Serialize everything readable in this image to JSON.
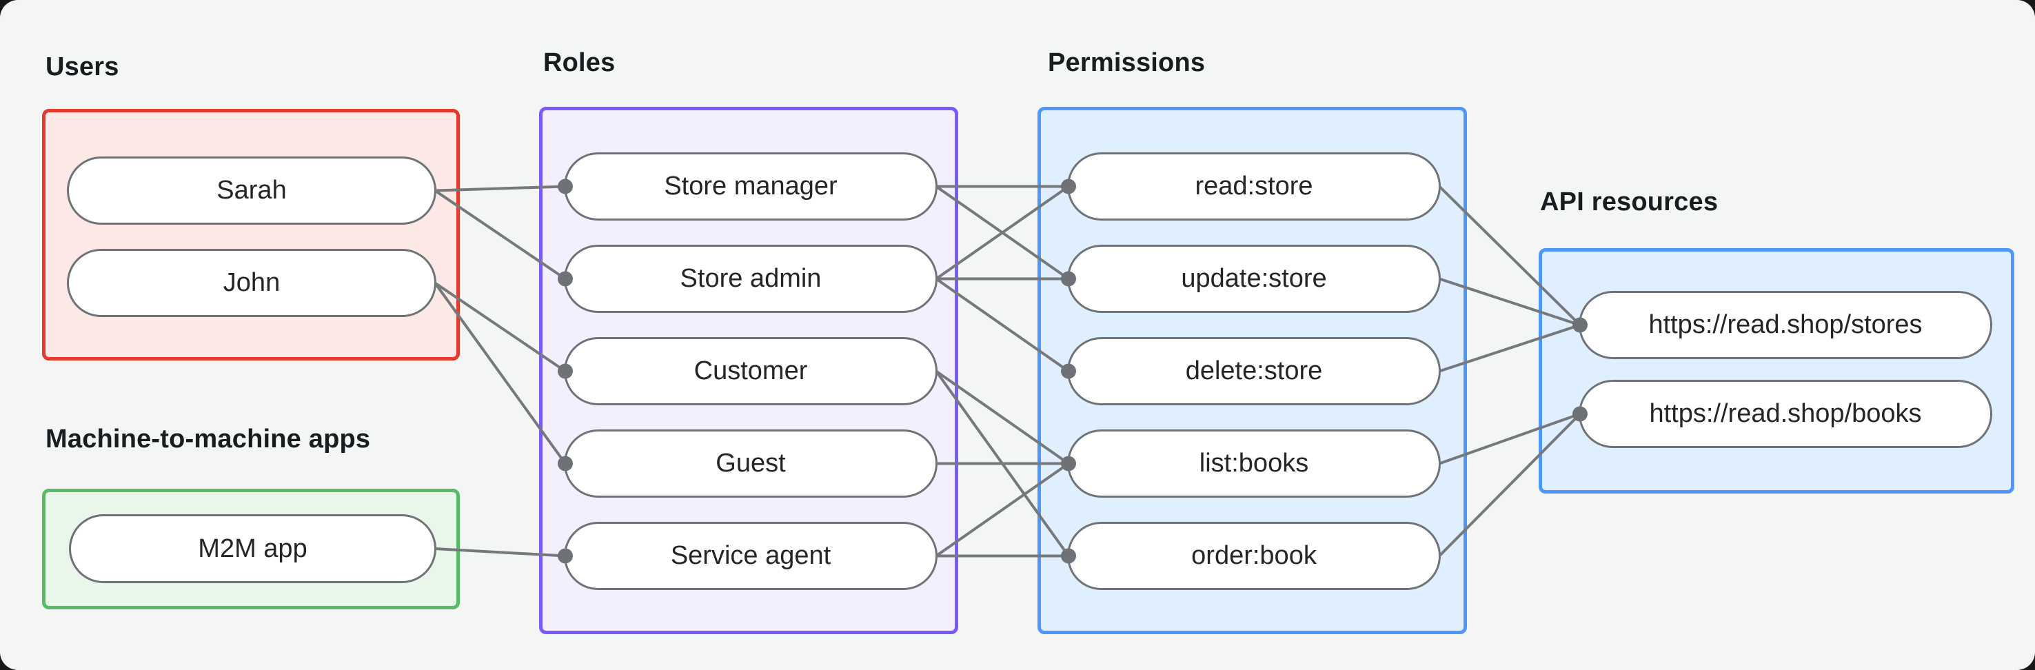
{
  "groups": {
    "users": {
      "label": "Users",
      "items": [
        {
          "id": "sarah",
          "label": "Sarah"
        },
        {
          "id": "john",
          "label": "John"
        }
      ]
    },
    "m2m": {
      "label": "Machine-to-machine apps",
      "items": [
        {
          "id": "m2m_app",
          "label": "M2M app"
        }
      ]
    },
    "roles": {
      "label": "Roles",
      "items": [
        {
          "id": "store_manager",
          "label": "Store manager"
        },
        {
          "id": "store_admin",
          "label": "Store admin"
        },
        {
          "id": "customer",
          "label": "Customer"
        },
        {
          "id": "guest",
          "label": "Guest"
        },
        {
          "id": "service_agent",
          "label": "Service agent"
        }
      ]
    },
    "permissions": {
      "label": "Permissions",
      "items": [
        {
          "id": "read_store",
          "label": "read:store"
        },
        {
          "id": "update_store",
          "label": "update:store"
        },
        {
          "id": "delete_store",
          "label": "delete:store"
        },
        {
          "id": "list_books",
          "label": "list:books"
        },
        {
          "id": "order_book",
          "label": "order:book"
        }
      ]
    },
    "api_resources": {
      "label": "API resources",
      "items": [
        {
          "id": "stores",
          "label": "https://read.shop/stores"
        },
        {
          "id": "books",
          "label": "https://read.shop/books"
        }
      ]
    }
  },
  "edges": [
    {
      "from": "sarah",
      "to": "store_manager"
    },
    {
      "from": "sarah",
      "to": "store_admin"
    },
    {
      "from": "john",
      "to": "customer"
    },
    {
      "from": "john",
      "to": "guest"
    },
    {
      "from": "m2m_app",
      "to": "service_agent"
    },
    {
      "from": "store_manager",
      "to": "read_store"
    },
    {
      "from": "store_manager",
      "to": "update_store"
    },
    {
      "from": "store_admin",
      "to": "read_store"
    },
    {
      "from": "store_admin",
      "to": "update_store"
    },
    {
      "from": "store_admin",
      "to": "delete_store"
    },
    {
      "from": "customer",
      "to": "list_books"
    },
    {
      "from": "customer",
      "to": "order_book"
    },
    {
      "from": "guest",
      "to": "list_books"
    },
    {
      "from": "service_agent",
      "to": "list_books"
    },
    {
      "from": "service_agent",
      "to": "order_book"
    },
    {
      "from": "read_store",
      "to": "stores"
    },
    {
      "from": "update_store",
      "to": "stores"
    },
    {
      "from": "delete_store",
      "to": "stores"
    },
    {
      "from": "list_books",
      "to": "books"
    },
    {
      "from": "order_book",
      "to": "books"
    }
  ],
  "colors": {
    "background": "#f4f6f6",
    "pill_border": "#6f7377",
    "pill_fill": "#ffffff",
    "connector_line": "#75797c",
    "connector_dot": "#6e7276",
    "label_text": "#1a1d1f",
    "pill_text": "#232629",
    "groups": {
      "users": {
        "border": "#e23b2e",
        "fill": "#fce9e6"
      },
      "m2m": {
        "border": "#58bb66",
        "fill": "#e9f6ea"
      },
      "roles": {
        "border": "#7a5af8",
        "fill": "#f3effe"
      },
      "permissions": {
        "border": "#4e96f7",
        "fill": "#e0effd"
      },
      "api_resources": {
        "border": "#4e96f7",
        "fill": "#e0effd"
      }
    }
  }
}
